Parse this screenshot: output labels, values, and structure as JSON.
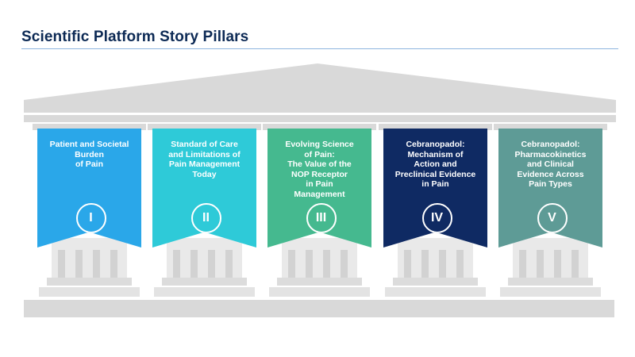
{
  "header": {
    "title": "Scientific Platform Story Pillars"
  },
  "pillars": [
    {
      "text": "Patient and Societal\nBurden\nof Pain",
      "numeral": "I",
      "color": "#2aa7e9"
    },
    {
      "text": "Standard of Care\nand Limitations of\nPain Management\nToday",
      "numeral": "II",
      "color": "#2ecad8"
    },
    {
      "text": "Evolving Science\nof Pain:\nThe Value of the\nNOP Receptor\nin Pain\nManagement",
      "numeral": "III",
      "color": "#45b98f"
    },
    {
      "text": "Cebranopadol:\nMechanism of\nAction and\nPreclinical Evidence\nin Pain",
      "numeral": "IV",
      "color": "#0f2a63"
    },
    {
      "text": "Cebranopadol:\nPharmacokinetics\nand Clinical\nEvidence Across\nPain Types",
      "numeral": "V",
      "color": "#5e9b96"
    }
  ],
  "colors": {
    "temple_gray": "#d9d9d9",
    "temple_light": "#e7e7e7",
    "title": "#0d2a55"
  }
}
